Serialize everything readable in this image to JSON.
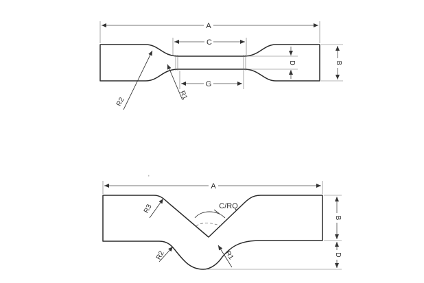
{
  "top_view": {
    "labels": {
      "A": "A",
      "B": "B",
      "C": "C",
      "D": "D",
      "G": "G",
      "R1": "R1",
      "R2": "R2"
    }
  },
  "bent_view": {
    "labels": {
      "A": "A",
      "B": "B",
      "D": "D",
      "C_RQ": "C/RQ",
      "R1": "R1",
      "R2": "R2",
      "R3": "R3"
    }
  },
  "colors": {
    "line": "#2b2b2b",
    "background": "#ffffff"
  }
}
